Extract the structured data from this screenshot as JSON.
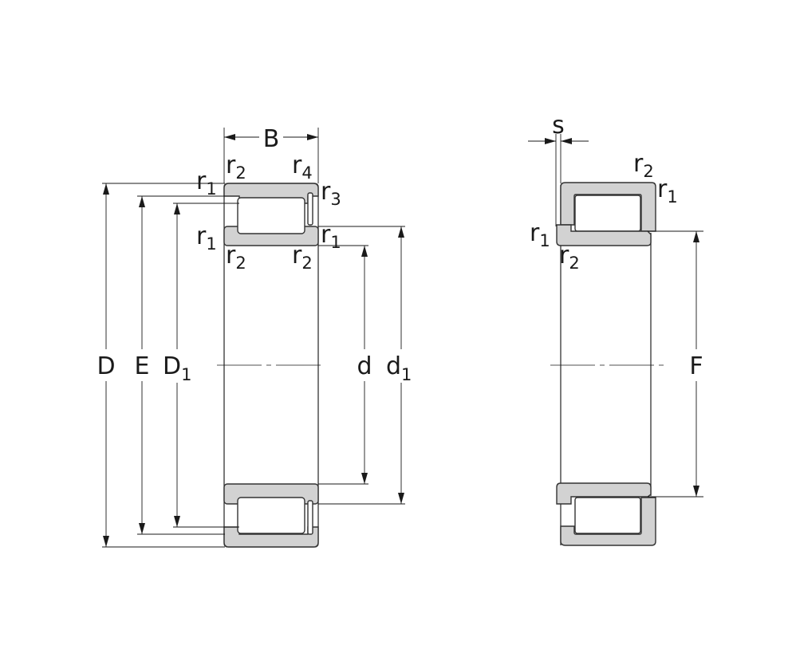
{
  "diagram": {
    "front_view": {
      "width_label": "B",
      "outer_diameter_label": "D",
      "outer_raceway_label": "E",
      "shoulder_diameter_label": {
        "base": "D",
        "sub": "1"
      },
      "bore_label": "d",
      "inner_shoulder_label": {
        "base": "d",
        "sub": "1"
      },
      "radii": {
        "top_left_upper": {
          "base": "r",
          "sub": "2"
        },
        "top_right_upper": {
          "base": "r",
          "sub": "4"
        },
        "outer_left": {
          "base": "r",
          "sub": "1"
        },
        "outer_right": {
          "base": "r",
          "sub": "3"
        },
        "inner_left": {
          "base": "r",
          "sub": "1"
        },
        "inner_right": {
          "base": "r",
          "sub": "1"
        },
        "bottom_left": {
          "base": "r",
          "sub": "2"
        },
        "bottom_right": {
          "base": "r",
          "sub": "2"
        }
      }
    },
    "side_view": {
      "axial_displacement_label": "s",
      "raceway_label": "F",
      "radii": {
        "top_right": {
          "base": "r",
          "sub": "2"
        },
        "right": {
          "base": "r",
          "sub": "1"
        },
        "left": {
          "base": "r",
          "sub": "1"
        },
        "left_lower": {
          "base": "r",
          "sub": "2"
        }
      }
    }
  },
  "colors": {
    "section_fill": "#d2d2d2",
    "outline": "#333333",
    "background": "#ffffff"
  }
}
